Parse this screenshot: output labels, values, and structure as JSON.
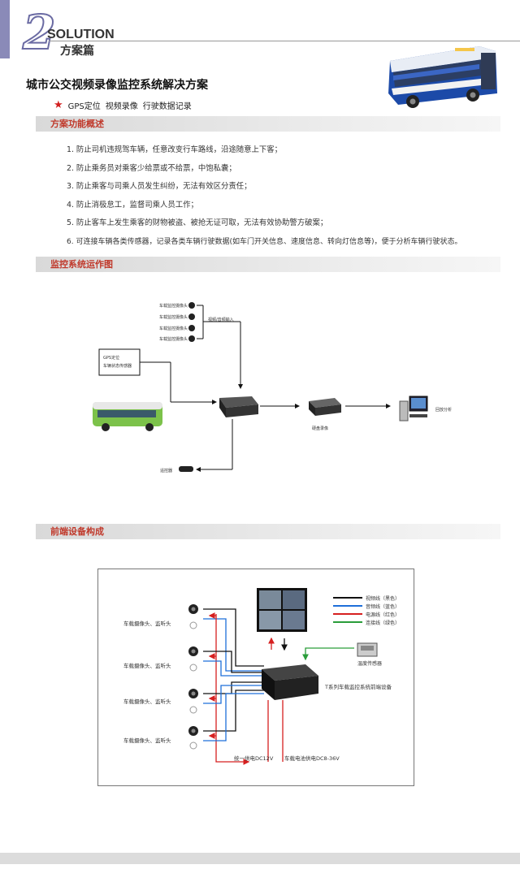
{
  "header": {
    "number": "2",
    "solution_en": "SOLUTION",
    "solution_cn": "方案篇"
  },
  "doc_title": "城市公交视频录像监控系统解决方案",
  "features": [
    "GPS定位",
    "视频录像",
    "行驶数据记录"
  ],
  "sections": {
    "overview": "方案功能概述",
    "flow": "监控系统运作图",
    "frontend": "前端设备构成"
  },
  "overview_items": [
    "1. 防止司机违规驾车辆，任意改变行车路线，沿途随意上下客；",
    "2. 防止乘务员对乘客少给票或不给票，中饱私囊；",
    "3. 防止乘客与司乘人员发生纠纷，无法有效区分责任；",
    "4. 防止消极怠工，监督司乘人员工作；",
    "5. 防止客车上发生乘客的财物被盗、被抢无证可取，无法有效协助警方破案；",
    "6. 可连接车辆各类传感器，记录各类车辆行驶数据(如车门开关信息、速度信息、转向灯信息等)，便于分析车辆行驶状态。"
  ],
  "flow_diagram": {
    "cameras": [
      "车载监控摄像头",
      "车载监控摄像头",
      "车载监控摄像头",
      "车载监控摄像头"
    ],
    "av_input": "视频/音频输入",
    "gps_label": "GPS定位",
    "sensor_label": "车辆状态传感器",
    "storage_label": "硬盘录像",
    "analysis_label": "回放分析",
    "remote_label": "遥控器"
  },
  "frontend_diagram": {
    "camera_label": "车载摄像头、监听头",
    "legend": [
      "视频线（黑色）",
      "音频线（蓝色）",
      "电源线（红色）",
      "连接线（绿色）"
    ],
    "legend_colors": [
      "#111111",
      "#1e6fd9",
      "#d62020",
      "#2a9d3a"
    ],
    "sensor_label": "温度传感器",
    "dvr_label": "T系列车载监控系统前端设备",
    "power_a": "统一供电DC12V",
    "power_b": "车载电池供电DC8-36V"
  }
}
